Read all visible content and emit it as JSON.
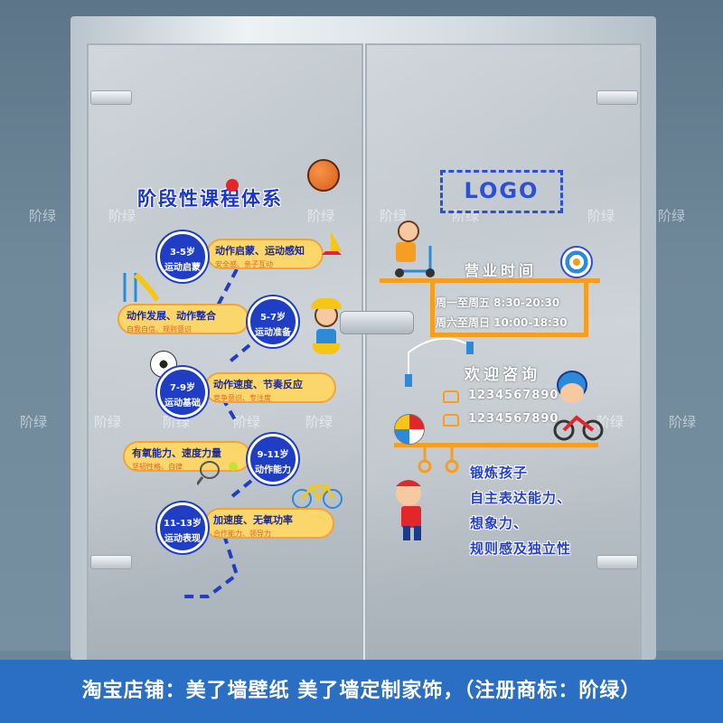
{
  "watermark": "阶绿",
  "left": {
    "title": "阶段性课程体系",
    "stages": [
      {
        "age": "3-5岁",
        "tag": "运动启蒙",
        "main": "动作启蒙、运动感知",
        "sub": "安全感、亲子互动"
      },
      {
        "age": "5-7岁",
        "tag": "运动准备",
        "main": "动作发展、动作整合",
        "sub": "自我自信、规则意识"
      },
      {
        "age": "7-9岁",
        "tag": "运动基础",
        "main": "动作速度、节奏反应",
        "sub": "竞争意识、专注度"
      },
      {
        "age": "9-11岁",
        "tag": "动作能力",
        "main": "有氧能力、速度力量",
        "sub": "坚韧性格、自律"
      },
      {
        "age": "11-13岁",
        "tag": "运动表现",
        "main": "加速度、无氧功率",
        "sub": "合作能力、领导力"
      }
    ]
  },
  "right": {
    "logo": "LOGO",
    "hours_title": "营业时间",
    "hours": [
      "周一至周五 8:30-20:30",
      "周六至周日 10:00-18:30"
    ],
    "welcome": "欢迎咨询",
    "phones": [
      "1234567890",
      "1234567890"
    ],
    "slogan": [
      "锻炼孩子",
      "自主表达能力、",
      "想象力、",
      "规则感及独立性"
    ]
  },
  "footer": "淘宝店铺：美了墙壁纸 美了墙定制家饰，（注册商标：阶绿）",
  "colors": {
    "blue": "#1f3ec4",
    "yellow": "#fbd66a",
    "orange": "#f59e22",
    "footer": "#2a6fc4"
  }
}
